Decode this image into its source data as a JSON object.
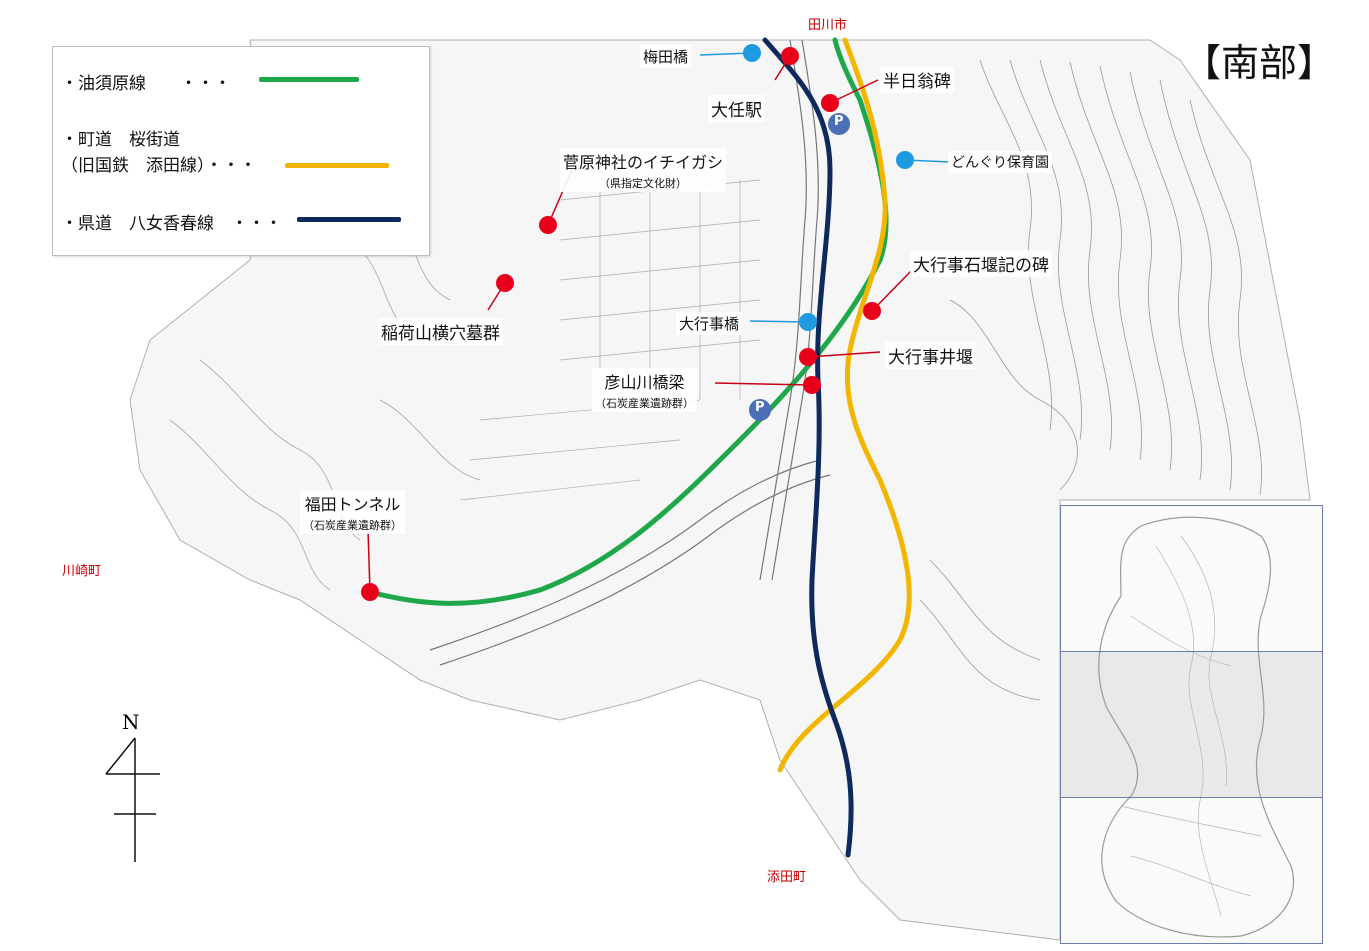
{
  "title": "【南部】",
  "legend": {
    "items": [
      {
        "label": "・油須原線　　・・・",
        "color": "#1fa84a"
      },
      {
        "label": "・町道　桜街道",
        "label2": "（旧国鉄　添田線）・・・",
        "color": "#f2b600"
      },
      {
        "label": "・県道　八女香春線　・・・",
        "color": "#0e2a5c"
      }
    ]
  },
  "places": {
    "north_city": "田川市",
    "west_town": "川崎町",
    "south_town": "添田町"
  },
  "labels": {
    "umeda_bridge": "梅田橋",
    "daijin_station": "大任駅",
    "hannichi": "半日翁碑",
    "donguri": "どんぐり保育園",
    "sugawara": "菅原神社のイチイガシ",
    "sugawara_sub": "（県指定文化財）",
    "inariyama": "稲荷山横穴墓群",
    "daigyoji_ishizeki": "大行事石堰記の碑",
    "daigyoji_bridge": "大行事橋",
    "daigyoji_iseki": "大行事井堰",
    "hikosan": "彦山川橋梁",
    "hikosan_sub": "（石炭産業遺跡群）",
    "fukuda": "福田トンネル",
    "fukuda_sub": "（石炭産業遺跡群）",
    "parking": "P",
    "north_mark": "N"
  },
  "colors": {
    "green": "#1fa84a",
    "yellow": "#f2b600",
    "navy": "#0e2a5c",
    "red_marker": "#e8001a",
    "blue_marker": "#1e9be0",
    "parking": "#4a6fb5",
    "place_text": "#c00000"
  }
}
